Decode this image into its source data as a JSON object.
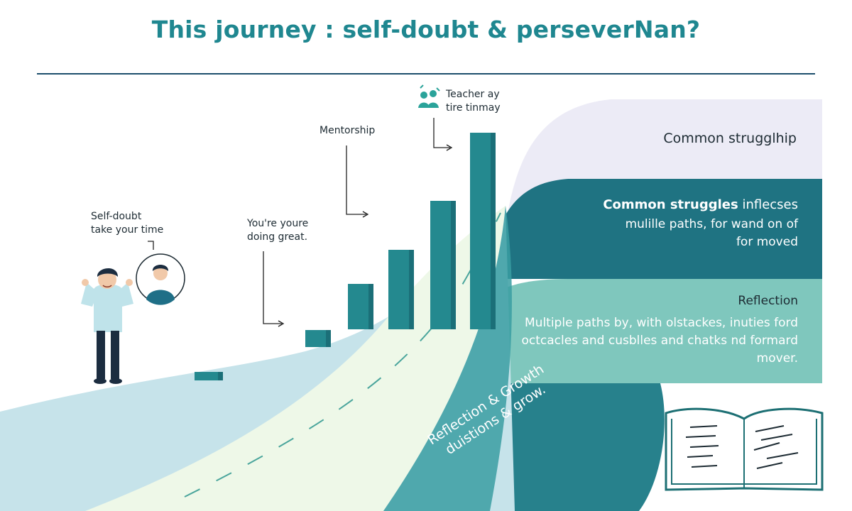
{
  "title": "This journey : self-doubt & perseverNan?",
  "labels": {
    "self_doubt_line1": "Self-doubt",
    "self_doubt_line2": "take your time",
    "youre_line1": "You're youre",
    "youre_line2": "doing great.",
    "mentorship": "Mentorship",
    "teacher_line1": "Teacher ay",
    "teacher_line2": "tire tinmay"
  },
  "bands": {
    "band1_heading": "Common strugglhip",
    "band2_heading_bold": "Common struggles",
    "band2_heading_rest": " inflecses",
    "band2_line1": "mulille paths, for wand on of",
    "band2_line2": "for moved",
    "band3_heading": "Reflection",
    "band3_line1": "Multiple paths by, with olstackes,  inuties ford",
    "band3_line2": "octcacles and cusblles and chatks nd formard",
    "band3_line3": "mover.",
    "band4_line1": "Reflection & Growth",
    "band4_line2": "duistions & grow."
  },
  "colors": {
    "title": "#1f8790",
    "bar": "#24898f",
    "band_lavender": "#ecebf6",
    "band_teal_dark": "#1f7382",
    "band_teal_mid": "#7fc7bd",
    "band_teal_deep": "#27818c",
    "road_light": "#eef8e8",
    "road_blue": "#c6e3ea"
  },
  "icons": [
    "person-icon",
    "avatar-icon",
    "teacher-icon",
    "book-icon"
  ]
}
